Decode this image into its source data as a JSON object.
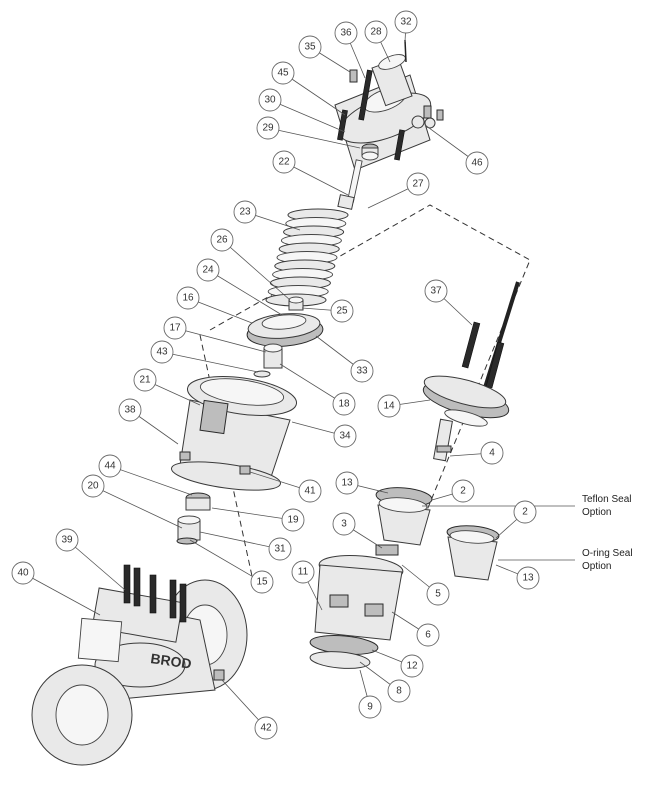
{
  "diagram": {
    "brand_text": "BROD",
    "options": [
      {
        "id": "teflon",
        "line1": "Teflon Seal",
        "line2": "Option"
      },
      {
        "id": "oring",
        "line1": "O-ring Seal",
        "line2": "Option"
      }
    ],
    "callouts": [
      {
        "label": "32"
      },
      {
        "label": "28"
      },
      {
        "label": "36"
      },
      {
        "label": "35"
      },
      {
        "label": "45"
      },
      {
        "label": "30"
      },
      {
        "label": "29"
      },
      {
        "label": "46"
      },
      {
        "label": "22"
      },
      {
        "label": "27"
      },
      {
        "label": "23"
      },
      {
        "label": "26"
      },
      {
        "label": "24"
      },
      {
        "label": "25"
      },
      {
        "label": "16"
      },
      {
        "label": "17"
      },
      {
        "label": "33"
      },
      {
        "label": "43"
      },
      {
        "label": "18"
      },
      {
        "label": "21"
      },
      {
        "label": "34"
      },
      {
        "label": "37"
      },
      {
        "label": "14"
      },
      {
        "label": "4"
      },
      {
        "label": "38"
      },
      {
        "label": "41"
      },
      {
        "label": "44"
      },
      {
        "label": "19"
      },
      {
        "label": "20"
      },
      {
        "label": "31"
      },
      {
        "label": "15"
      },
      {
        "label": "13"
      },
      {
        "label": "2"
      },
      {
        "label": "3"
      },
      {
        "label": "5"
      },
      {
        "label": "2"
      },
      {
        "label": "13"
      },
      {
        "label": "11"
      },
      {
        "label": "6"
      },
      {
        "label": "12"
      },
      {
        "label": "8"
      },
      {
        "label": "9"
      },
      {
        "label": "39"
      },
      {
        "label": "40"
      },
      {
        "label": "42"
      }
    ]
  }
}
